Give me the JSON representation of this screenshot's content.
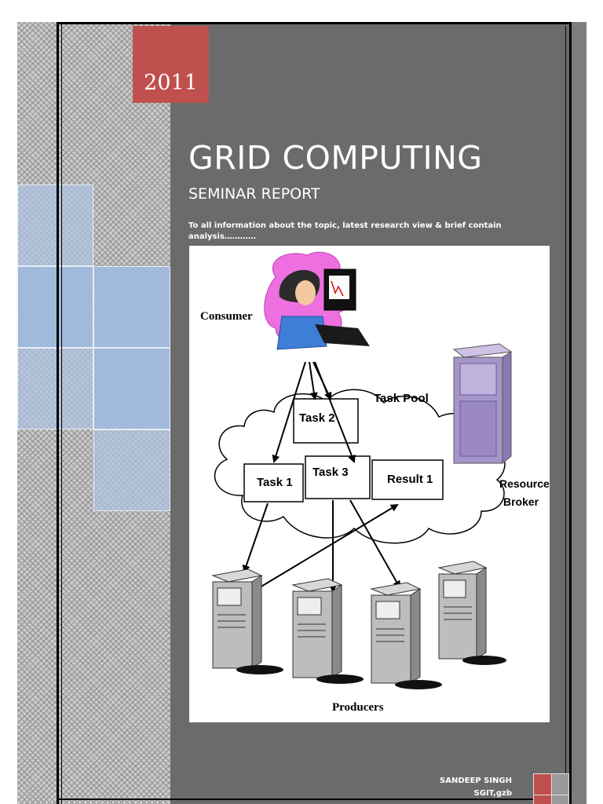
{
  "cover": {
    "year": "2011",
    "title": "GRID COMPUTING",
    "subtitle": "SEMINAR REPORT",
    "description": "To all information about the topic, latest research view & brief contain analysis…………"
  },
  "diagram": {
    "consumer_label": "Consumer",
    "task_pool_label": "Task Pool",
    "task2_label": "Task 2",
    "task1_label": "Task 1",
    "task3_label": "Task 3",
    "result1_label": "Result 1",
    "resource_broker_line1": "Resource",
    "resource_broker_line2": "Broker",
    "producers_label": "Producers"
  },
  "author": {
    "name": "SANDEEP SINGH",
    "institute": "SGIT,gzb"
  },
  "colors": {
    "accent_red": "#c0504d",
    "panel_gray": "#6b6b6b",
    "square_blue": "#a0bade"
  }
}
